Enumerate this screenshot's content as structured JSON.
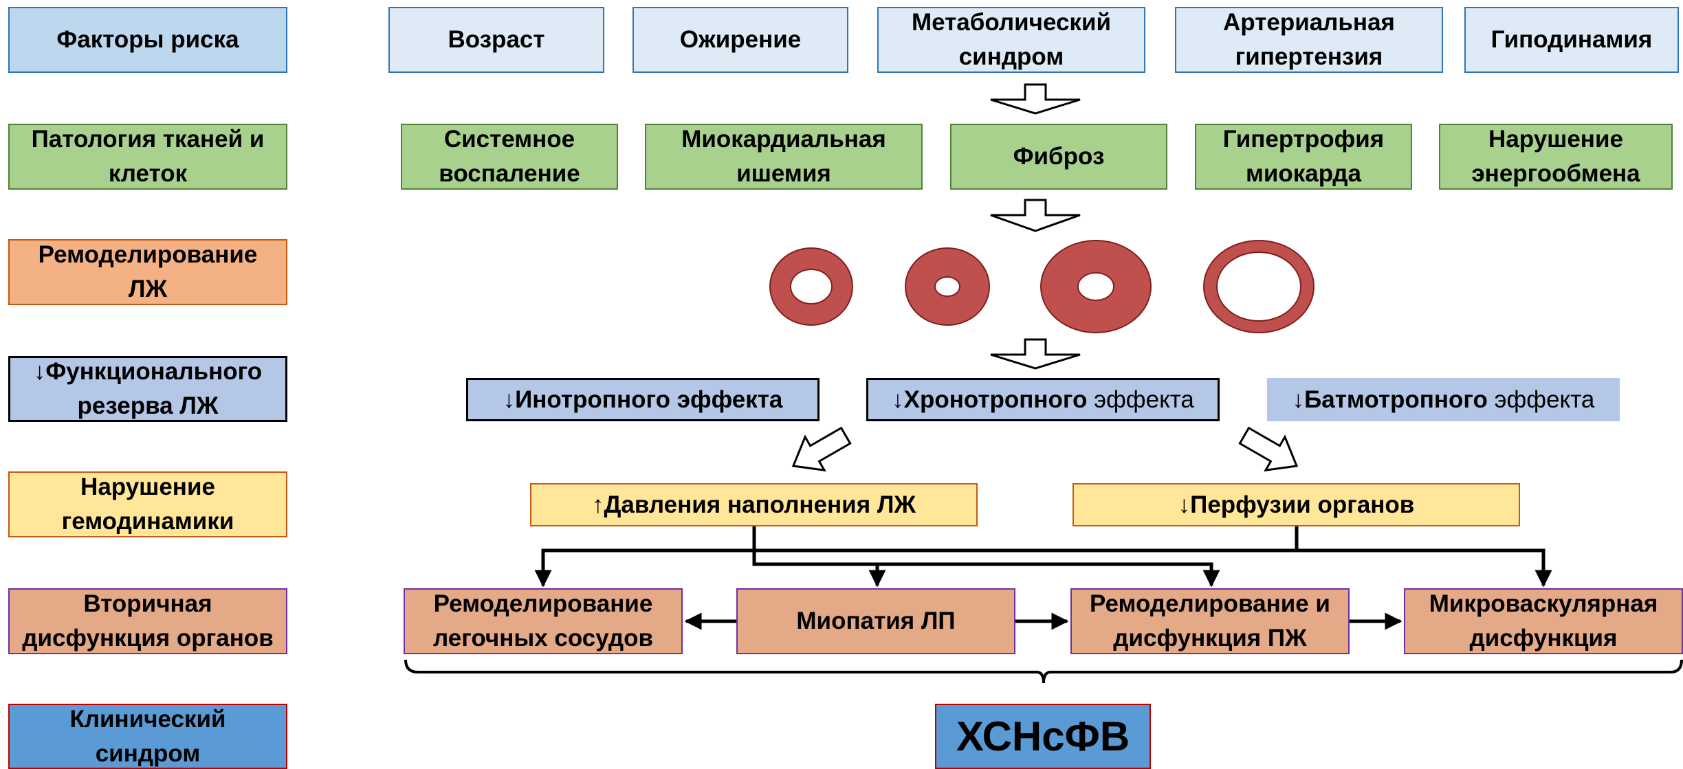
{
  "labels": {
    "risk_factors": "Факторы риска",
    "tissue_pathology": "Патология тканей и\nклеток",
    "lv_remodeling": "Ремоделирование\nЛЖ",
    "functional_reserve": "↓Функционального\nрезерва ЛЖ",
    "hemodynamics": "Нарушение\nгемодинамики",
    "secondary_dysfunction": "Вторичная\nдисфункция органов",
    "clinical_syndrome": "Клинический\nсиндром"
  },
  "risk_factors": [
    "Возраст",
    "Ожирение",
    "Метаболический\nсиндром",
    "Артериальная\nгипертензия",
    "Гиподинамия"
  ],
  "pathology": [
    "Системное\nвоспаление",
    "Миокардиальная\nишемия",
    "Фиброз",
    "Гипертрофия\nмиокарда",
    "Нарушение\nэнергообмена"
  ],
  "effects": {
    "inotropic": "↓Инотропного эффекта",
    "chronotropic_bold": "↓Хронотропного",
    "chronotropic_rest": " эффекта",
    "bathmotropic_bold": "↓Батмотропного",
    "bathmotropic_rest": " эффекта"
  },
  "hemodynamics": {
    "filling_pressure": "↑Давления наполнения ЛЖ",
    "perfusion": "↓Перфузии органов"
  },
  "secondary": [
    "Ремоделирование\nлегочных сосудов",
    "Миопатия ЛП",
    "Ремоделирование и\nдисфункция ПЖ",
    "Микроваскулярная\nдисфункция"
  ],
  "outcome": "ХСНсФВ",
  "colors": {
    "ring_fill": "#c0504d",
    "ring_stroke": "#7f1f1f",
    "connector": "#000000",
    "hollow_arrow_fill": "#ffffff"
  }
}
